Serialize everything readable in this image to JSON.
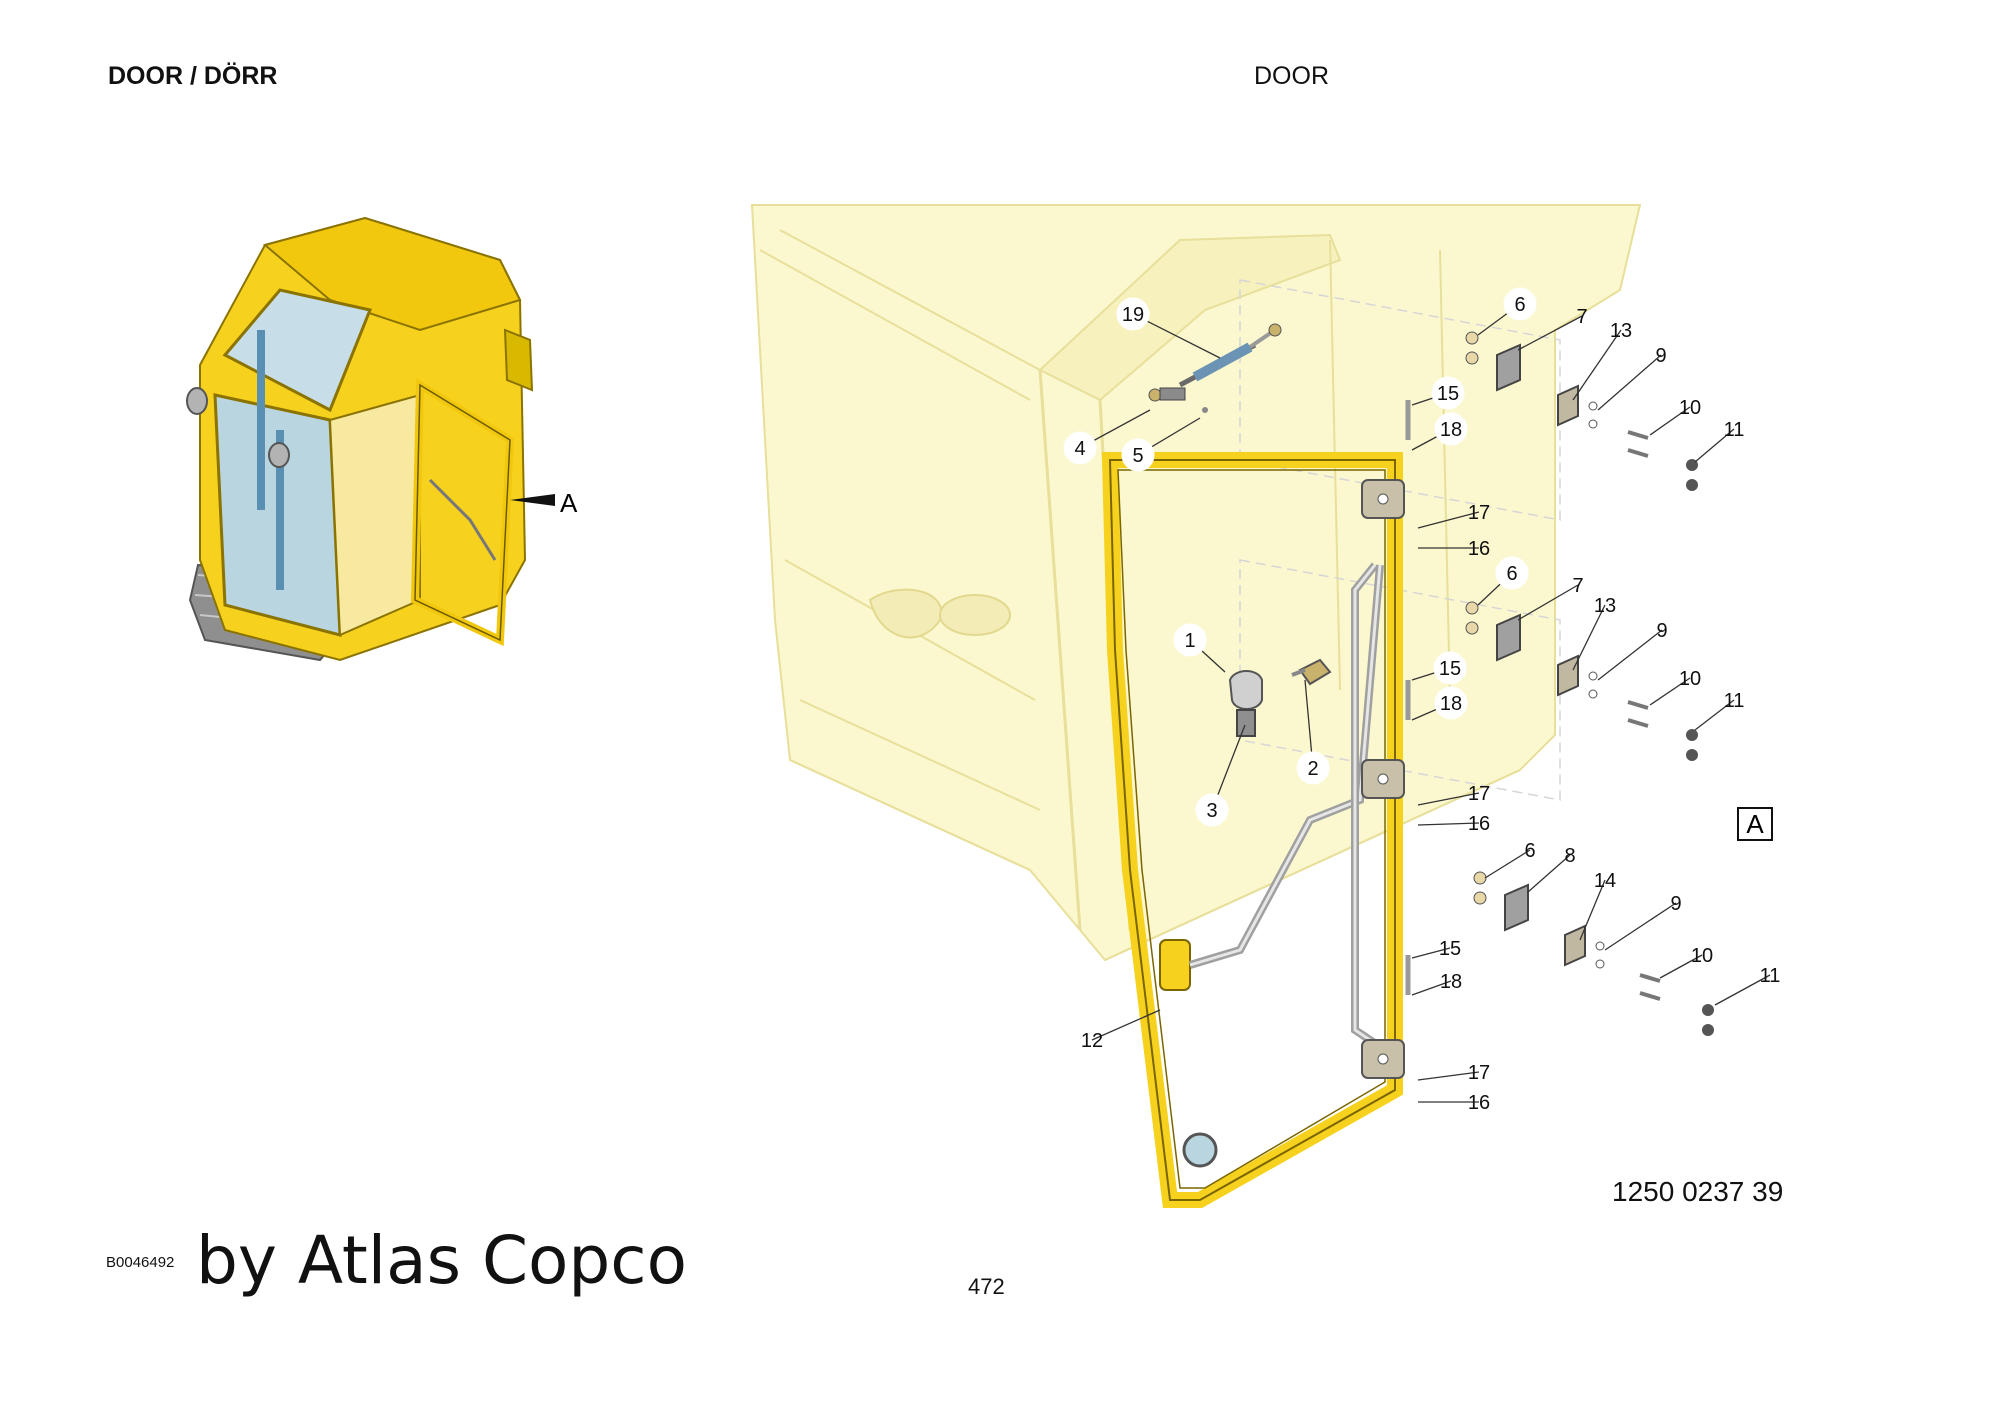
{
  "header": {
    "title_left": "DOOR / DÖRR",
    "title_center": "DOOR"
  },
  "overview": {
    "view_label": "A"
  },
  "detail": {
    "view_marker": "A"
  },
  "callouts": [
    {
      "label": "19",
      "circled": true
    },
    {
      "label": "4",
      "circled": true
    },
    {
      "label": "5",
      "circled": true
    },
    {
      "label": "1",
      "circled": true
    },
    {
      "label": "2",
      "circled": true
    },
    {
      "label": "3",
      "circled": true
    },
    {
      "label": "12",
      "circled": false
    },
    {
      "label": "6",
      "circled": true
    },
    {
      "label": "7",
      "circled": false
    },
    {
      "label": "13",
      "circled": false
    },
    {
      "label": "9",
      "circled": false
    },
    {
      "label": "10",
      "circled": false
    },
    {
      "label": "11",
      "circled": false
    },
    {
      "label": "15",
      "circled": true
    },
    {
      "label": "18",
      "circled": true
    },
    {
      "label": "17",
      "circled": false
    },
    {
      "label": "16",
      "circled": false
    },
    {
      "label": "6",
      "circled": true
    },
    {
      "label": "7",
      "circled": false
    },
    {
      "label": "13",
      "circled": false
    },
    {
      "label": "9",
      "circled": false
    },
    {
      "label": "10",
      "circled": false
    },
    {
      "label": "11",
      "circled": false
    },
    {
      "label": "15",
      "circled": true
    },
    {
      "label": "18",
      "circled": true
    },
    {
      "label": "17",
      "circled": false
    },
    {
      "label": "16",
      "circled": false
    },
    {
      "label": "6",
      "circled": false
    },
    {
      "label": "8",
      "circled": false
    },
    {
      "label": "14",
      "circled": false
    },
    {
      "label": "9",
      "circled": false
    },
    {
      "label": "10",
      "circled": false
    },
    {
      "label": "11",
      "circled": false
    },
    {
      "label": "15",
      "circled": false
    },
    {
      "label": "18",
      "circled": false
    },
    {
      "label": "17",
      "circled": false
    },
    {
      "label": "16",
      "circled": false
    }
  ],
  "footer": {
    "part_number": "1250 0237 39",
    "doc_code": "B0046492",
    "brand": "by Atlas Copco",
    "page_number": "472"
  },
  "colors": {
    "cab_yellow": "#f6d21e",
    "frame_fill": "#fbf8cf",
    "frame_line": "#e7df9a",
    "glass": "#b9d5e0",
    "metal": "#9a9a9a"
  }
}
